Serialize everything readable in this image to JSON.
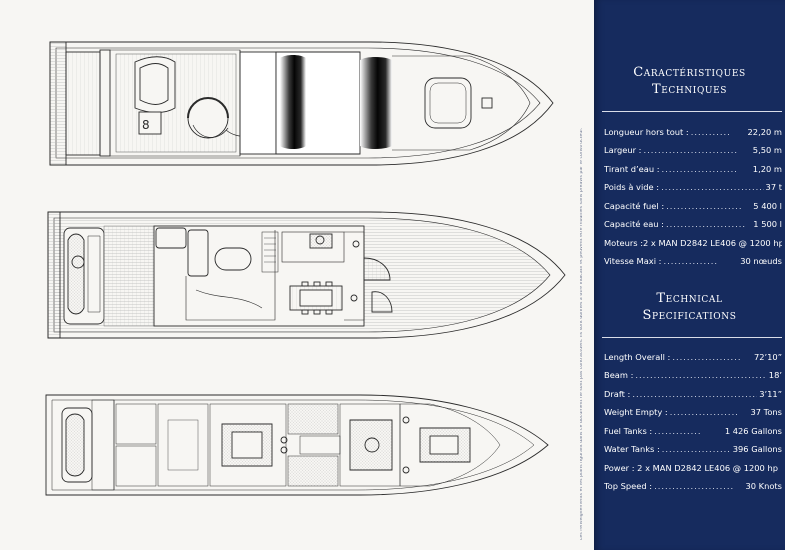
{
  "plans": {
    "views": [
      {
        "name": "flybridge-deck",
        "note": ""
      },
      {
        "name": "main-deck",
        "note": ""
      },
      {
        "name": "lower-deck",
        "note": ""
      }
    ]
  },
  "fine_print": "Les renseignements et les plans figurant dans ce document ne sont pas contractuels. Ils sont donnés à titre indicatif et peuvent être modifiés sans préavis par le constructeur.",
  "fr": {
    "heading_line1": "Caractéristiques",
    "heading_line2": "Techniques",
    "rows": [
      {
        "label": "Longueur hors tout :",
        "dots": "...........",
        "value": "22,20 m"
      },
      {
        "label": "Largeur :",
        "dots": "..........................",
        "value": "5,50 m"
      },
      {
        "label": "Tirant d’eau :",
        "dots": ".....................",
        "value": "1,20 m"
      },
      {
        "label": "Poids à vide :",
        "dots": "..................................",
        "value": "37 t"
      },
      {
        "label": "Capacité fuel :",
        "dots": ".....................",
        "value": "5 400 l"
      },
      {
        "label": "Capacité eau :",
        "dots": "......................",
        "value": "1 500 l"
      },
      {
        "label": "Moteurs :2 x MAN D2842 LE406 @ 1200 hp",
        "dots": "",
        "value": ""
      },
      {
        "label": "Vitesse Maxi :",
        "dots": "...............",
        "value": "30 nœuds"
      }
    ]
  },
  "en": {
    "heading_line1": "Technical",
    "heading_line2": "Specifications",
    "rows": [
      {
        "label": "Length Overall :",
        "dots": "...................",
        "value": "72’10”"
      },
      {
        "label": "Beam :",
        "dots": ".......................................",
        "value": "18’"
      },
      {
        "label": "Draft :",
        "dots": "......................................",
        "value": "3’11”"
      },
      {
        "label": "Weight Empty :",
        "dots": "...................",
        "value": "37 Tons"
      },
      {
        "label": "Fuel Tanks :",
        "dots": ".............",
        "value": "1 426 Gallons"
      },
      {
        "label": "Water Tanks :",
        "dots": "...................",
        "value": "396 Gallons"
      },
      {
        "label": "Power : 2 x MAN D2842 LE406 @ 1200 hp",
        "dots": "",
        "value": ""
      },
      {
        "label": "Top Speed :",
        "dots": "......................",
        "value": "30 Knots"
      }
    ]
  },
  "colors": {
    "panel": "#162b5e",
    "panel_text": "#ffffff",
    "paper": "#f7f6f3",
    "ink": "#2b2b2b"
  }
}
